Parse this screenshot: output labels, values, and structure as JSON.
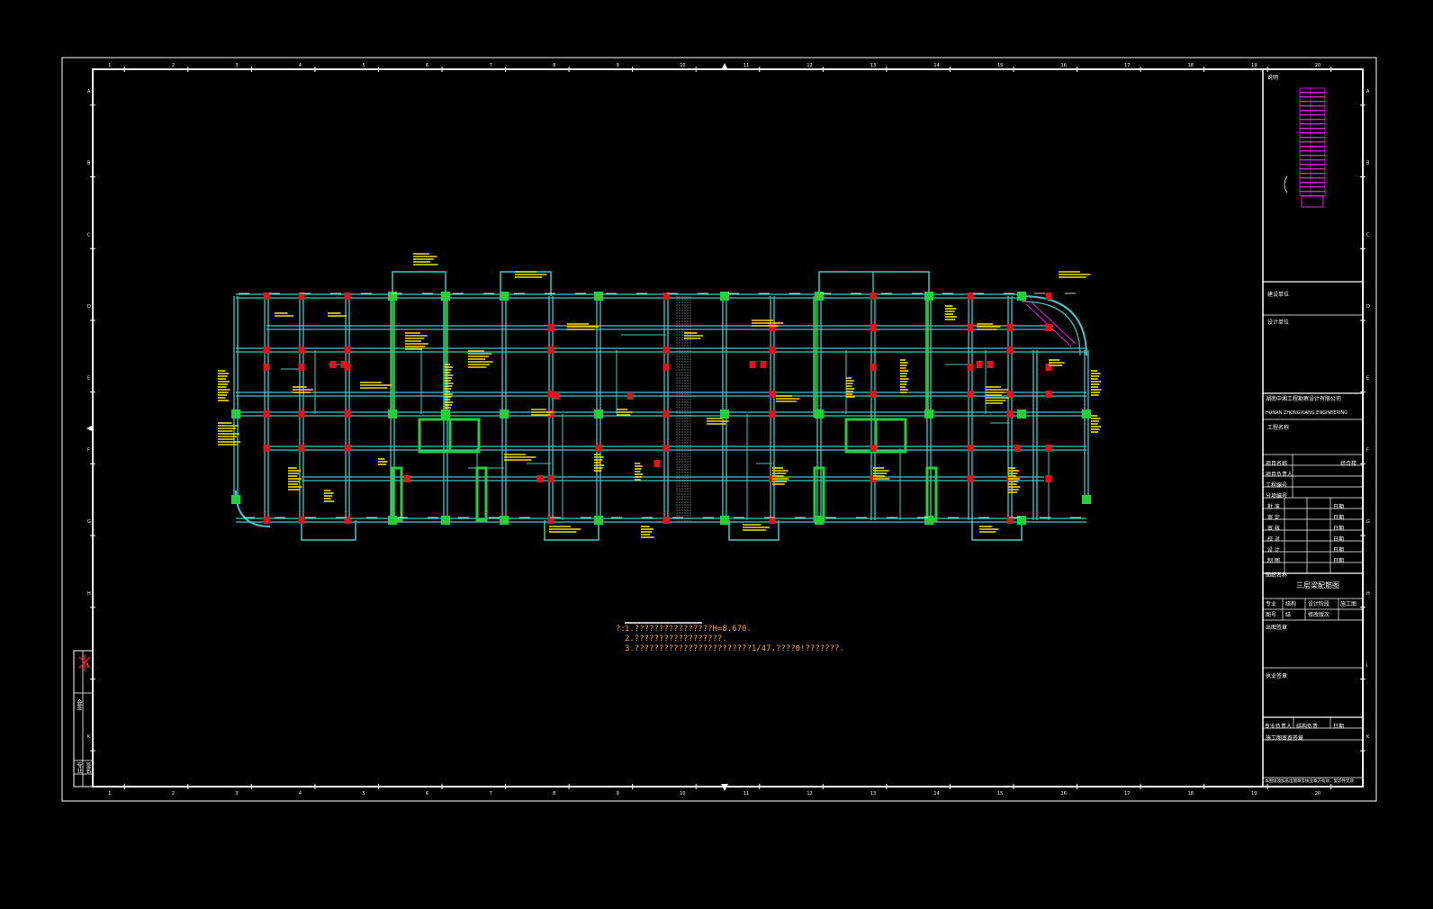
{
  "drawing": {
    "title": "三层梁配筋图",
    "notes": [
      "1.????????????????H=8.670.",
      "2.??????????????????.",
      "3.????????????????????????1/47,????0!???????."
    ],
    "notes_marker": "?:"
  },
  "title_block": {
    "legend_label": "说明",
    "design_unit_label": "建设单位",
    "design_label": "设计单位",
    "company_cn": "湖南中湘工程勘察设计有限公司",
    "company_en": "HUNAN ZHONGXIANG ENGINEERING",
    "project_name_label": "工程名称",
    "item_label": "项目名称",
    "item_value": "综合楼",
    "manager_label": "项目负责人",
    "project_no_label": "工程编号",
    "sub_no_label": "分项编号",
    "roles": [
      "批 准",
      "审 定",
      "审 核",
      "校 对",
      "设 计",
      "制 图"
    ],
    "date_label": "日期",
    "drawing_name_label": "图纸名称",
    "discipline_label": "专业",
    "discipline_value": "结构",
    "phase_label": "设计阶段",
    "phase_value": "施工图",
    "sheet_no_label": "图号",
    "sheet_no_value": "结",
    "revision_label": "修改版次",
    "stamp1_label": "出图签章",
    "stamp2_label": "执业签章",
    "cert_label": "专业负责人",
    "cert_value": "结构负责",
    "review_label": "施工图审查签章",
    "footer_note": "本图纸须加盖出图章及执业章方有效，复印件无效"
  },
  "margin_stamp": {
    "labels": [
      "会签",
      "专业",
      "签名"
    ]
  },
  "grid_numbers": [
    "1",
    "2",
    "3",
    "4",
    "5",
    "6",
    "7",
    "8",
    "9",
    "10",
    "11",
    "12",
    "13",
    "14",
    "15",
    "16",
    "17",
    "18",
    "19",
    "20"
  ],
  "grid_letters": [
    "A",
    "B",
    "C",
    "D",
    "E",
    "F",
    "G",
    "H",
    "J",
    "K"
  ],
  "colors": {
    "beam": "#3fc8c8",
    "column_red": "#e0141e",
    "column_green": "#22d038",
    "label_yellow": "#f0e000",
    "frame": "#ffffff",
    "legend_magenta": "#e020e0",
    "note_orange": "#f0a040"
  }
}
